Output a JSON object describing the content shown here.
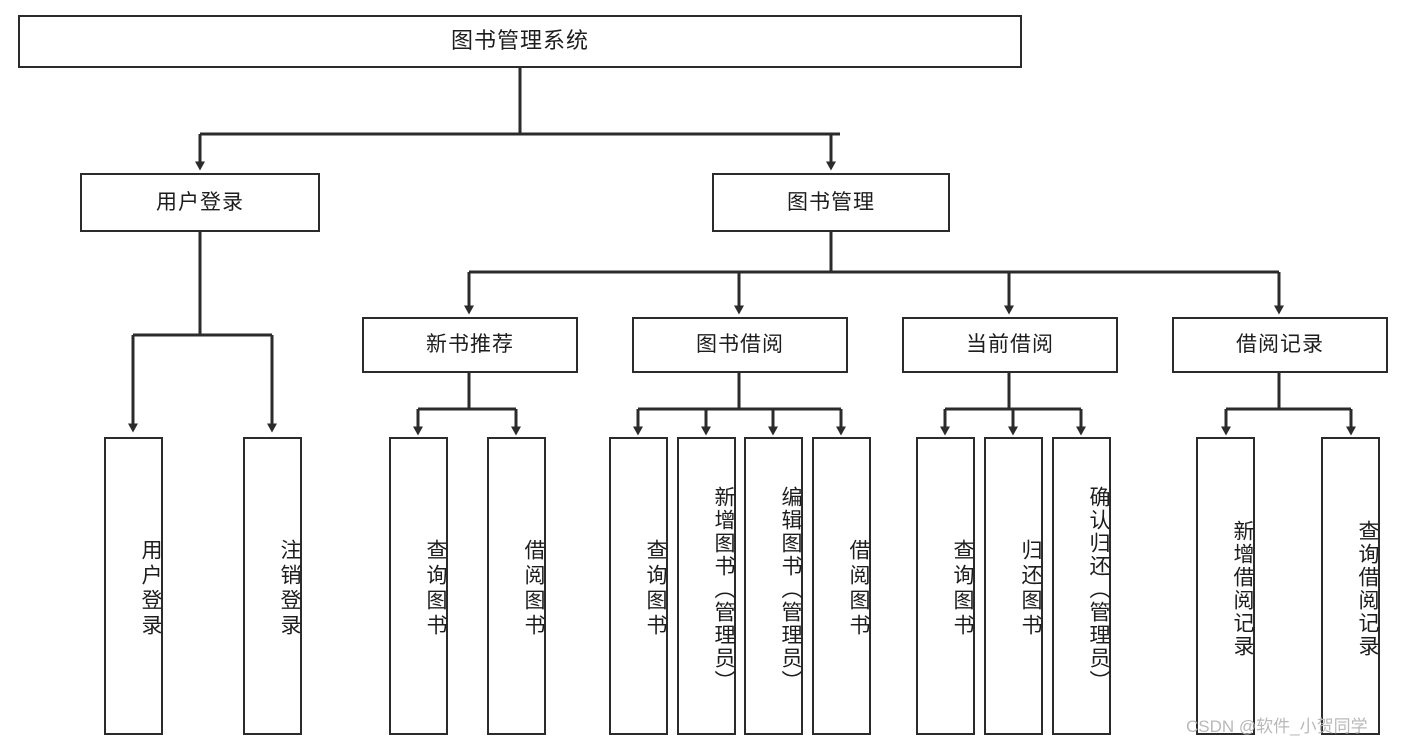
{
  "diagram": {
    "title": "图书管理系统",
    "type": "tree",
    "watermark": "CSDN @软件_小贺同学",
    "colors": {
      "stroke": "#2b2b2b",
      "text": "#1d1d1d",
      "background": "#ffffff",
      "watermark": "#b9b9b9"
    },
    "root": {
      "label": "图书管理系统"
    },
    "level2": [
      {
        "label": "用户登录"
      },
      {
        "label": "图书管理"
      }
    ],
    "level3": [
      {
        "label": "新书推荐"
      },
      {
        "label": "图书借阅"
      },
      {
        "label": "当前借阅"
      },
      {
        "label": "借阅记录"
      }
    ],
    "leaves": {
      "user_login": [
        {
          "label": "用户登录"
        },
        {
          "label": "注销登录"
        }
      ],
      "new_book": [
        {
          "label": "查询图书"
        },
        {
          "label": "借阅图书"
        }
      ],
      "book_borrow": [
        {
          "label": "查询图书"
        },
        {
          "label": "新增图书（管理员）"
        },
        {
          "label": "编辑图书（管理员）"
        },
        {
          "label": "借阅图书"
        }
      ],
      "current_borrow": [
        {
          "label": "查询图书"
        },
        {
          "label": "归还图书"
        },
        {
          "label": "确认归还（管理员）"
        }
      ],
      "borrow_record": [
        {
          "label": "新增借阅记录"
        },
        {
          "label": "查询借阅记录"
        }
      ]
    }
  }
}
